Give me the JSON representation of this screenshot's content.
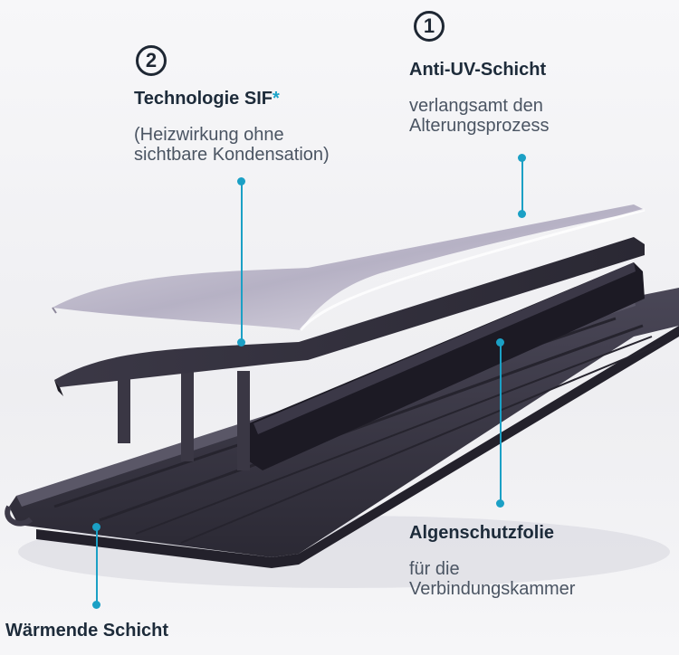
{
  "callouts": {
    "uv": {
      "number": "1",
      "title": "Anti-UV-Schicht",
      "desc_line1": "verlangsamt den",
      "desc_line2": "Alterungsprozess"
    },
    "sif": {
      "number": "2",
      "title": "Technologie SIF",
      "title_mark": "*",
      "desc_line1": "(Heizwirkung ohne",
      "desc_line2": "sichtbare Kondensation)"
    },
    "algae": {
      "title": "Algenschutzfolie",
      "desc_line1": "für die",
      "desc_line2": "Verbindungskammer"
    },
    "heat": {
      "title": "Wärmende Schicht"
    }
  },
  "colors": {
    "leader": "#1ba0c5",
    "profile": "#35323f",
    "profile_dark": "#1c1a24",
    "uv_film": "#b8b3c4",
    "text_dark": "#1d2b3a",
    "text_grey": "#4b5563"
  }
}
